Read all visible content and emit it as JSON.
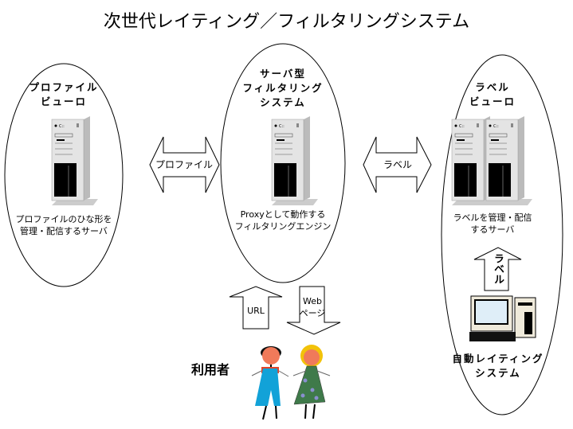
{
  "title": "次世代レイティング／フィルタリングシステム",
  "nodes": {
    "profile_bureau": {
      "heading": [
        "プロファイル",
        "ビューロ"
      ],
      "desc": [
        "プロファイルのひな形を",
        "管理・配信するサーバ"
      ]
    },
    "filtering_system": {
      "heading": [
        "サーバ型",
        "フィルタリング",
        "システム"
      ],
      "desc": [
        "Proxyとして動作する",
        "フィルタリングエンジン"
      ]
    },
    "label_bureau": {
      "heading": [
        "ラベル",
        "ビューロ"
      ],
      "desc": [
        "ラベルを管理・配信",
        "するサーバ"
      ]
    },
    "auto_rating": {
      "heading": [
        "自動レイティング",
        "システム"
      ]
    },
    "users": {
      "label": "利用者"
    }
  },
  "arrows": {
    "profile": "プロファイル",
    "label": "ラベル",
    "url": "URL",
    "webpage": [
      "Web",
      "ページ"
    ],
    "label_up": "ラベル"
  }
}
